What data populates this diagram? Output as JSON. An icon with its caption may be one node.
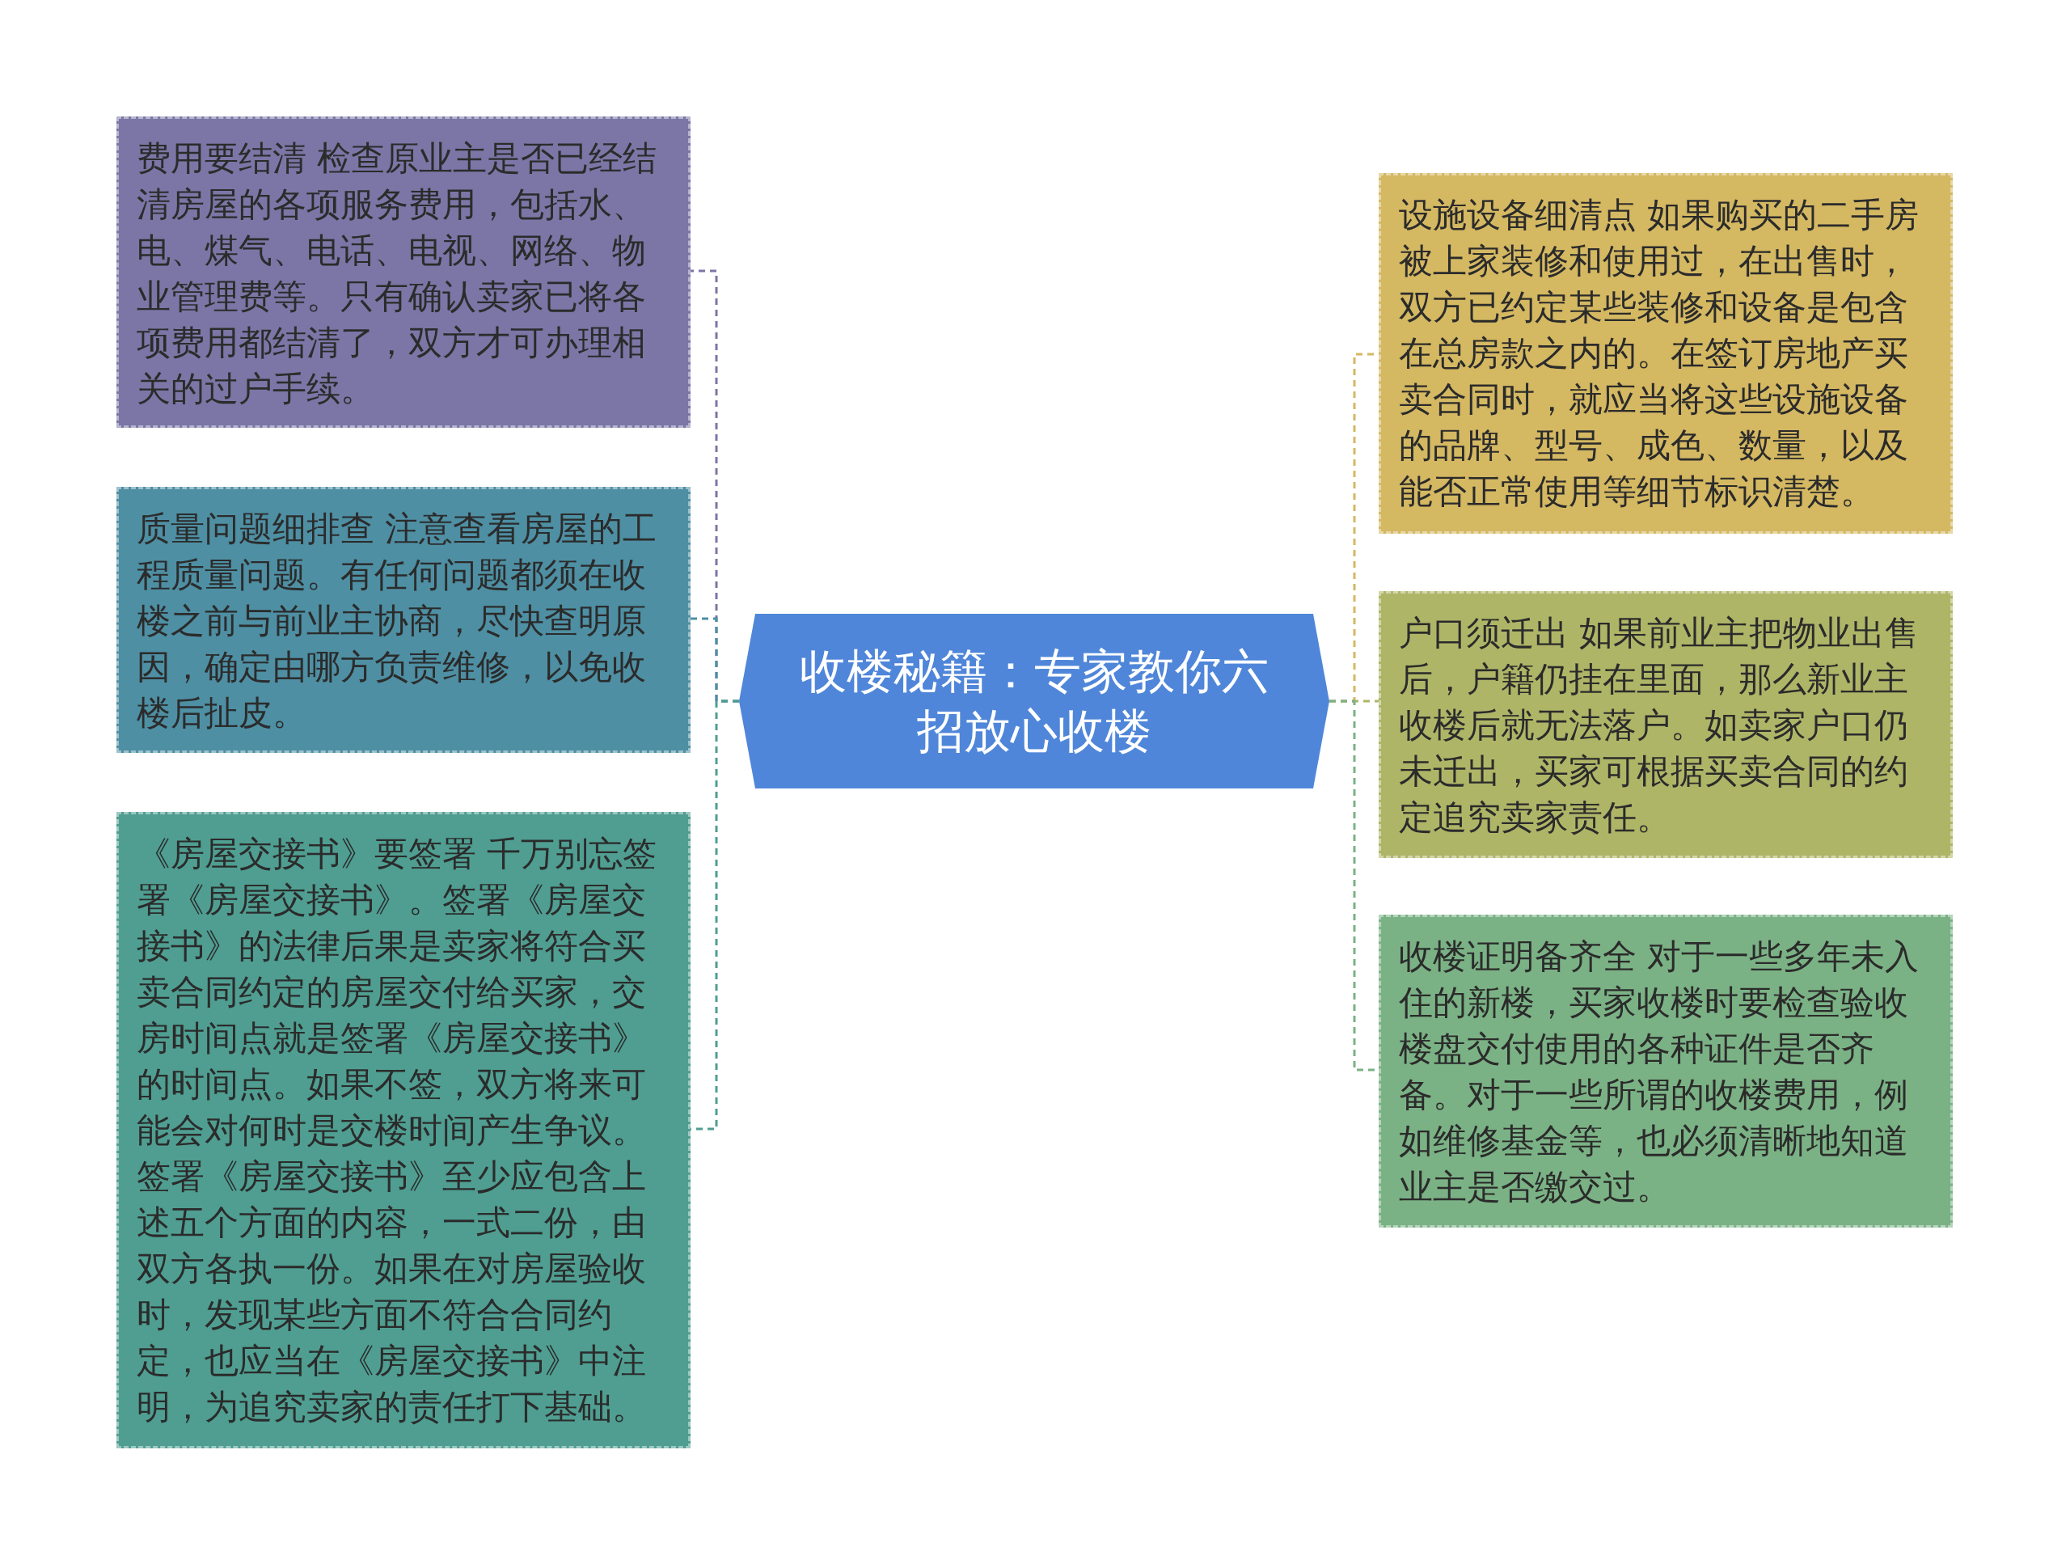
{
  "diagram": {
    "nodes": [
      {
        "text": [
          "收楼秘籍：专家教你六招放心收楼"
        ]
      },
      {
        "text": [
          "费用要结清 检查原业主是否已经结清房屋的各项服务费用，包括水、电、煤气、电话、电视、网络、物业管理费等。只有确认卖家已将各项费用都结清了，双方才可办理相关的过户手续。"
        ]
      },
      {
        "text": [
          "质量问题细排查 注意查看房屋的工程质量问题。有任何问题都须在收楼之前与前业主协商，尽快查明原因，确定由哪方负责维修，以免收楼后扯皮。"
        ]
      },
      {
        "text": [
          "《房屋交接书》要签署 千万别忘签署《房屋交接书》。签署《房屋交接书》的法律后果是卖家将符合买卖合同约定的房屋交付给买家，交房时间点就是签署《房屋交接书》的时间点。如果不签，双方将来可能会对何时是交楼时间产生争议。签署《房屋交接书》至少应包含上述五个方面的内容，一式二份，由双方各执一份。如果在对房屋验收时，发现某些方面不符合合同约定，也应当在《房屋交接书》中注明，为追究卖家的责任打下基础。"
        ]
      },
      {
        "text": [
          "设施设备细清点 如果购买的二手房被上家装修和使用过，在出售时，双方已约定某些装修和设备是包含在总房款之内的。在签订房地产买卖合同时，就应当将这些设施设备的品牌、型号、成色、数量，以及能否正常使用等细节标识清楚。"
        ]
      },
      {
        "text": [
          "户口须迁出 如果前业主把物业出售后，户籍仍挂在里面，那么新业主收楼后就无法落户。如卖家户口仍未迁出，买家可根据买卖合同的约定追究卖家责任。"
        ]
      },
      {
        "text": [
          "收楼证明备齐全 对于一些多年未入住的新楼，买家收楼时要检查验收楼盘交付使用的各种证件是否齐备。对于一些所谓的收楼费用，例如维修基金等，也必须清晰地知道业主是否缴交过。"
        ]
      }
    ],
    "edges": [
      {
        "from": 0,
        "to": 1,
        "arrow": "none",
        "style": "dashed",
        "color": "#7b76a6"
      },
      {
        "from": 0,
        "to": 2,
        "arrow": "none",
        "style": "dashed",
        "color": "#4e8fa3"
      },
      {
        "from": 0,
        "to": 3,
        "arrow": "none",
        "style": "dashed",
        "color": "#4f9e91"
      },
      {
        "from": 0,
        "to": 4,
        "arrow": "none",
        "style": "dashed",
        "color": "#d4b862"
      },
      {
        "from": 0,
        "to": 5,
        "arrow": "none",
        "style": "dashed",
        "color": "#afb567"
      },
      {
        "from": 0,
        "to": 6,
        "arrow": "none",
        "style": "dashed",
        "color": "#7bb285"
      }
    ]
  }
}
